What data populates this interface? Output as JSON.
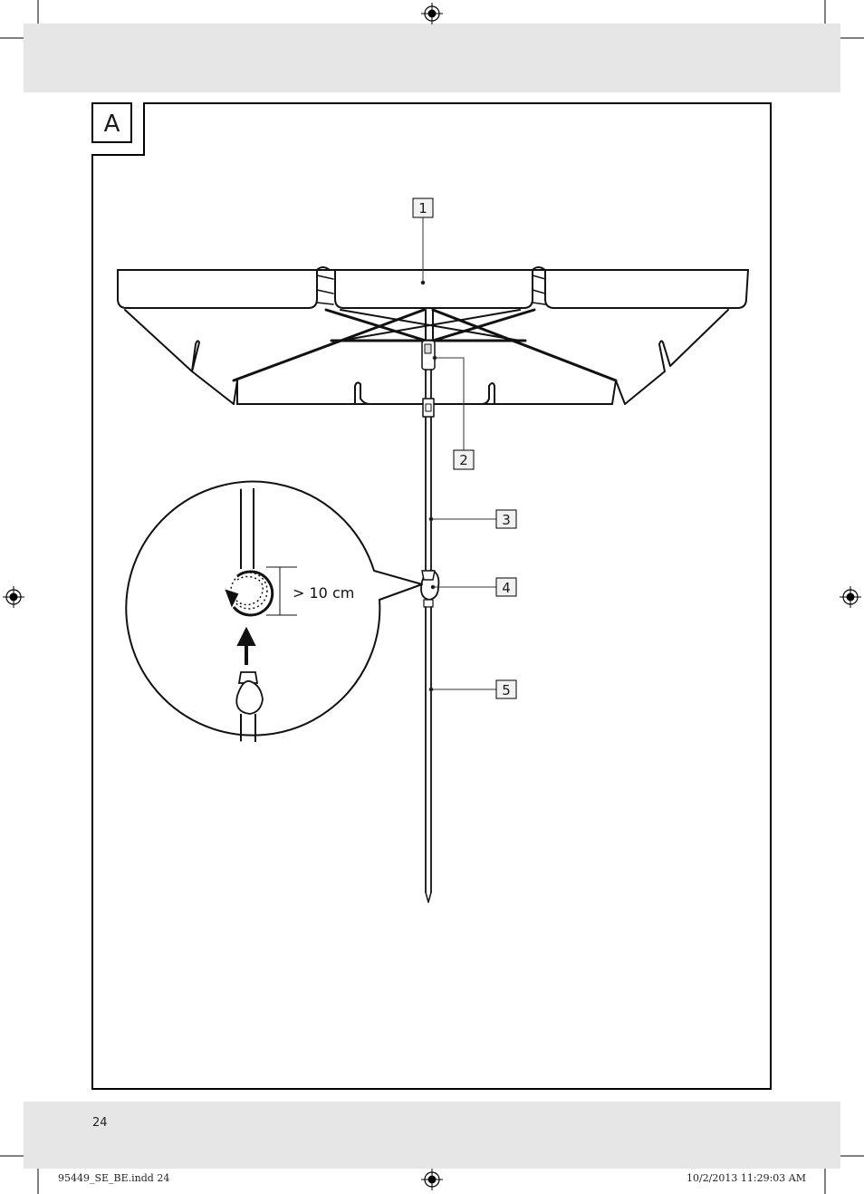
{
  "figure_label": "A",
  "callouts": [
    "1",
    "2",
    "3",
    "4",
    "5"
  ],
  "dimension_text": "> 10 cm",
  "page_number": "24",
  "slug": {
    "filename": "95449_SE_BE.indd   24",
    "timestamp": "10/2/2013   11:29:03 AM"
  }
}
